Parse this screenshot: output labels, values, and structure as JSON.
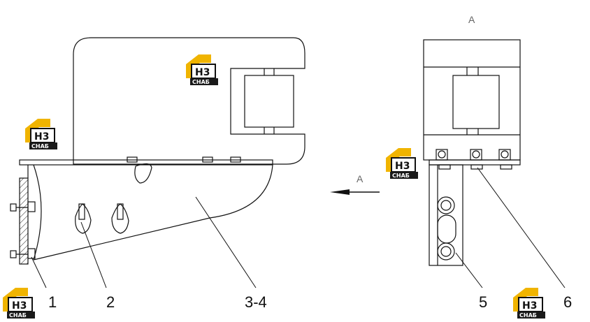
{
  "view": {
    "label_top": "A",
    "label_arrow": "A"
  },
  "callouts": [
    "1",
    "2",
    "3-4",
    "5",
    "6"
  ],
  "watermark": {
    "mark": "H3",
    "word": "CHAБ"
  },
  "colors": {
    "line": "#111111",
    "logo_gold": "#f0b400",
    "logo_dark": "#1a1a1a"
  }
}
